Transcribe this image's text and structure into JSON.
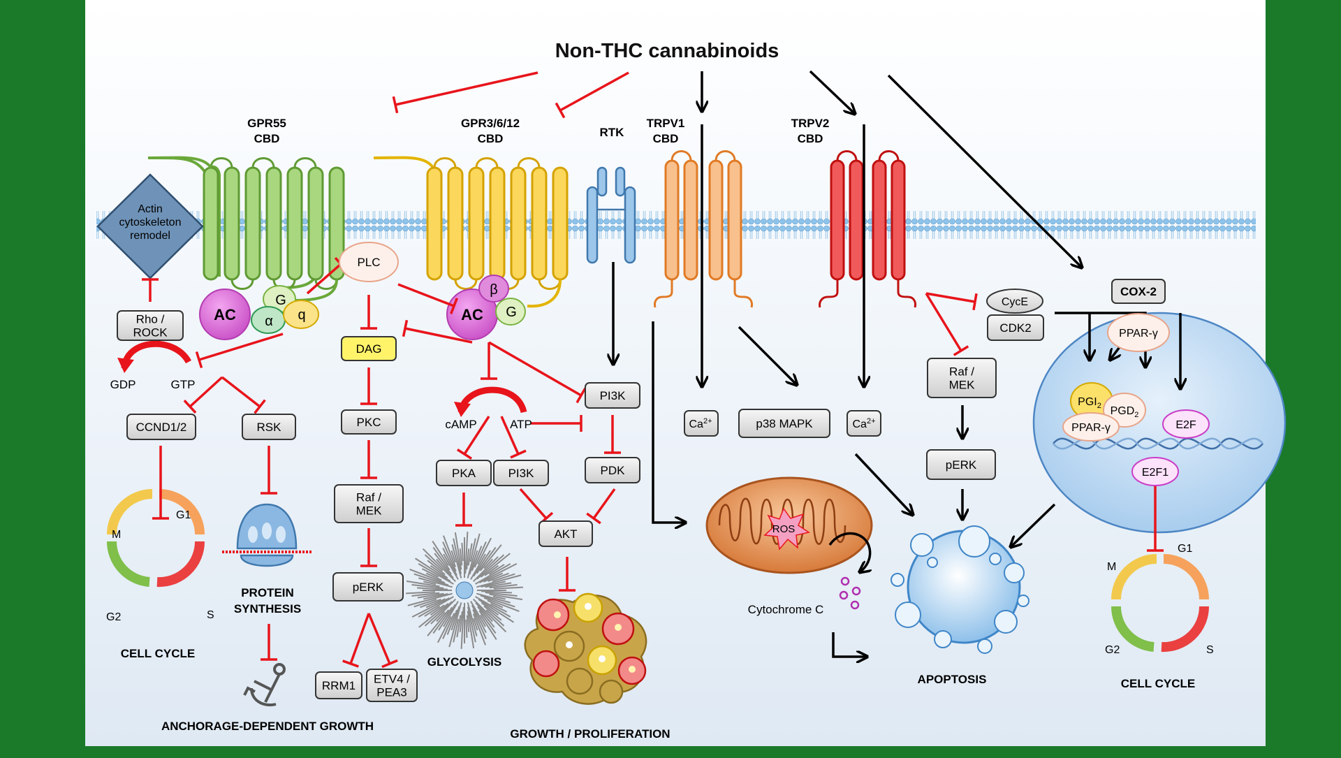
{
  "title": "Non-THC cannabinoids",
  "colors": {
    "frame": "#1a7a2a",
    "inhibit": "#e8141b",
    "activate": "#000000",
    "gpr55": "#7bbf4a",
    "gpr3": "#f5c518",
    "rtk": "#5b9bd5",
    "trpv1": "#f08a3c",
    "trpv2": "#e8141b",
    "membrane": "#7fb7e0"
  },
  "receptors": {
    "gpr55": {
      "name": "GPR55",
      "ligand": "CBD"
    },
    "gpr3": {
      "name": "GPR3/6/12",
      "ligand": "CBD"
    },
    "rtk": {
      "name": "RTK"
    },
    "trpv1": {
      "name": "TRPV1",
      "ligand": "CBD"
    },
    "trpv2": {
      "name": "TRPV2",
      "ligand": "CBD"
    }
  },
  "labels": {
    "actin_1": "Actin",
    "actin_2": "cytoskeleton",
    "actin_3": "remodel",
    "rho_1": "Rho /",
    "rho_2": "ROCK",
    "gdp": "GDP",
    "gtp": "GTP",
    "ac": "AC",
    "g": "G",
    "alpha": "α",
    "q": "q",
    "beta": "β",
    "plc": "PLC",
    "dag": "DAG",
    "pkc": "PKC",
    "raf_1": "Raf /",
    "raf_2": "MEK",
    "perk": "pERK",
    "rrm1": "RRM1",
    "etv_1": "ETV4 /",
    "etv_2": "PEA3",
    "ccnd": "CCND1/2",
    "rsk": "RSK",
    "camp": "cAMP",
    "atp": "ATP",
    "pka": "PKA",
    "pi3k": "PI3K",
    "pdk": "PDK",
    "akt": "AKT",
    "ca": "Ca",
    "ca_sup": "2+",
    "p38": "p38 MAPK",
    "ros": "ROS",
    "cytc": "Cytochrome C",
    "cyce": "CycE",
    "cdk2": "CDK2",
    "cox2": "COX-2",
    "pparg": "PPAR-γ",
    "pgi": "PGI",
    "pgd": "PGD",
    "sub2": "2",
    "e2f": "E2F",
    "e2f1": "E2F1",
    "m": "M",
    "g1": "G1",
    "s": "S",
    "g2": "G2"
  },
  "outcomes": {
    "cell_cycle": "CELL CYCLE",
    "protein_1": "PROTEIN",
    "protein_2": "SYNTHESIS",
    "anchorage": "ANCHORAGE-DEPENDENT GROWTH",
    "glycolysis": "GLYCOLYSIS",
    "growth": "GROWTH / PROLIFERATION",
    "apoptosis": "APOPTOSIS"
  }
}
